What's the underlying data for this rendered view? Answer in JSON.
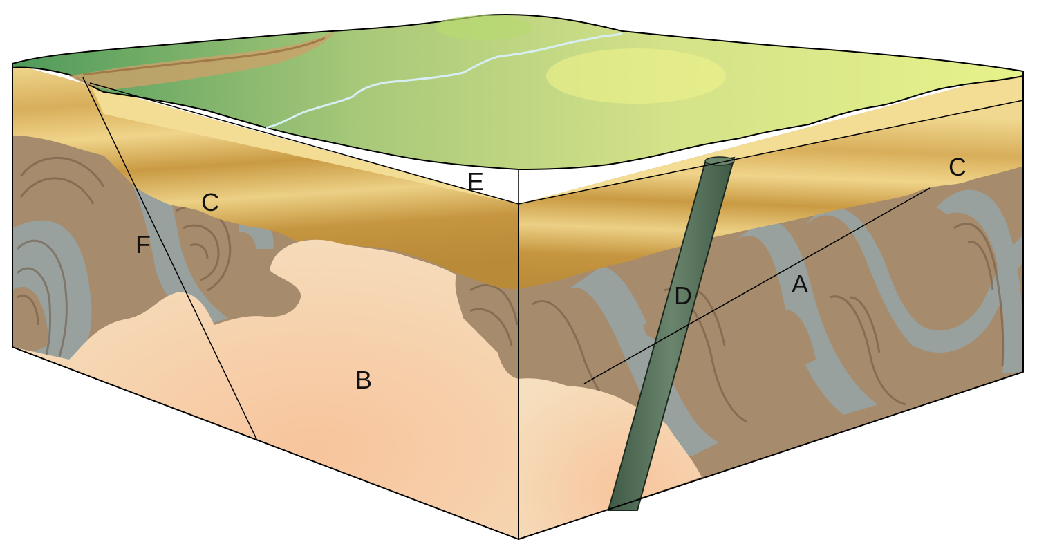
{
  "labels": {
    "A": "A",
    "B": "B",
    "C_left": "C",
    "C_right": "C",
    "D": "D",
    "E": "E",
    "F": "F"
  },
  "colors": {
    "surface_dark_green": "#6fae6a",
    "surface_light_green": "#e3ef84",
    "sandstone_light": "#f0d890",
    "sandstone_dark": "#c99a43",
    "folded_brown": "#a68b6c",
    "folded_gray": "#98a19e",
    "granite": "#f6cba2",
    "dike": "#55705a",
    "river": "#bfe3ee"
  }
}
